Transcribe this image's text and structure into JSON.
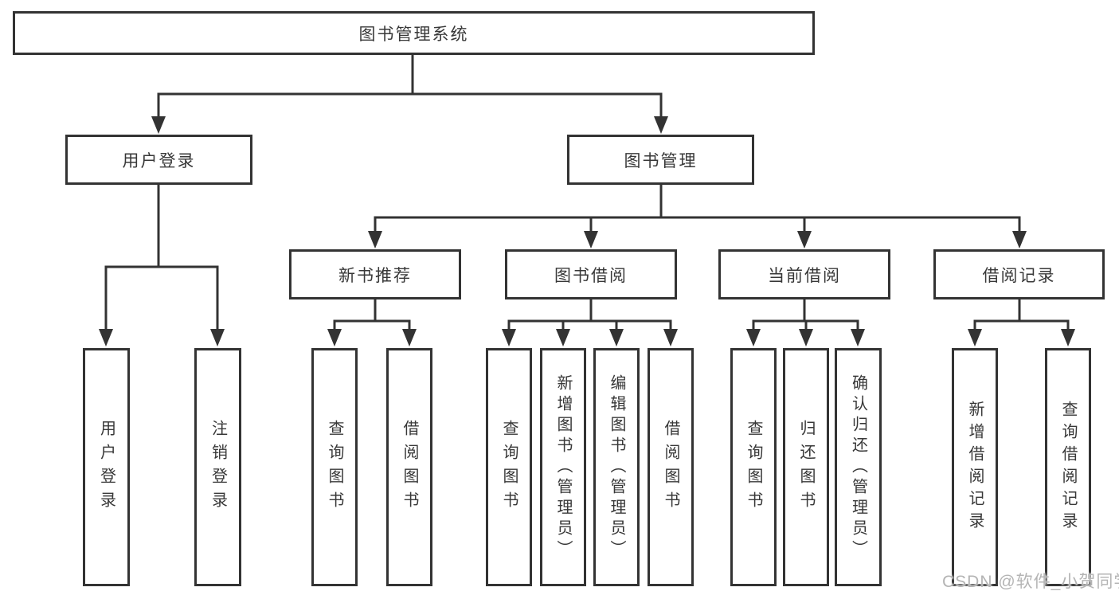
{
  "tree": {
    "root": "图书管理系统",
    "children": [
      {
        "label": "用户登录",
        "children": [
          "用户登录",
          "注销登录"
        ]
      },
      {
        "label": "图书管理",
        "children": [
          {
            "label": "新书推荐",
            "children": [
              "查询图书",
              "借阅图书"
            ]
          },
          {
            "label": "图书借阅",
            "children": [
              "查询图书",
              "新增图书（管理员）",
              "编辑图书（管理员）",
              "借阅图书"
            ]
          },
          {
            "label": "当前借阅",
            "children": [
              "查询图书",
              "归还图书",
              "确认归还（管理员）"
            ]
          },
          {
            "label": "借阅记录",
            "children": [
              "新增借阅记录",
              "查询借阅记录"
            ]
          }
        ]
      }
    ]
  },
  "watermark": "CSDN @软件_小贺同学",
  "colors": {
    "line": "#333333",
    "text": "#383838",
    "box_background": "#ffffff",
    "watermark": "#b4b4b4",
    "background": "#ffffff"
  }
}
